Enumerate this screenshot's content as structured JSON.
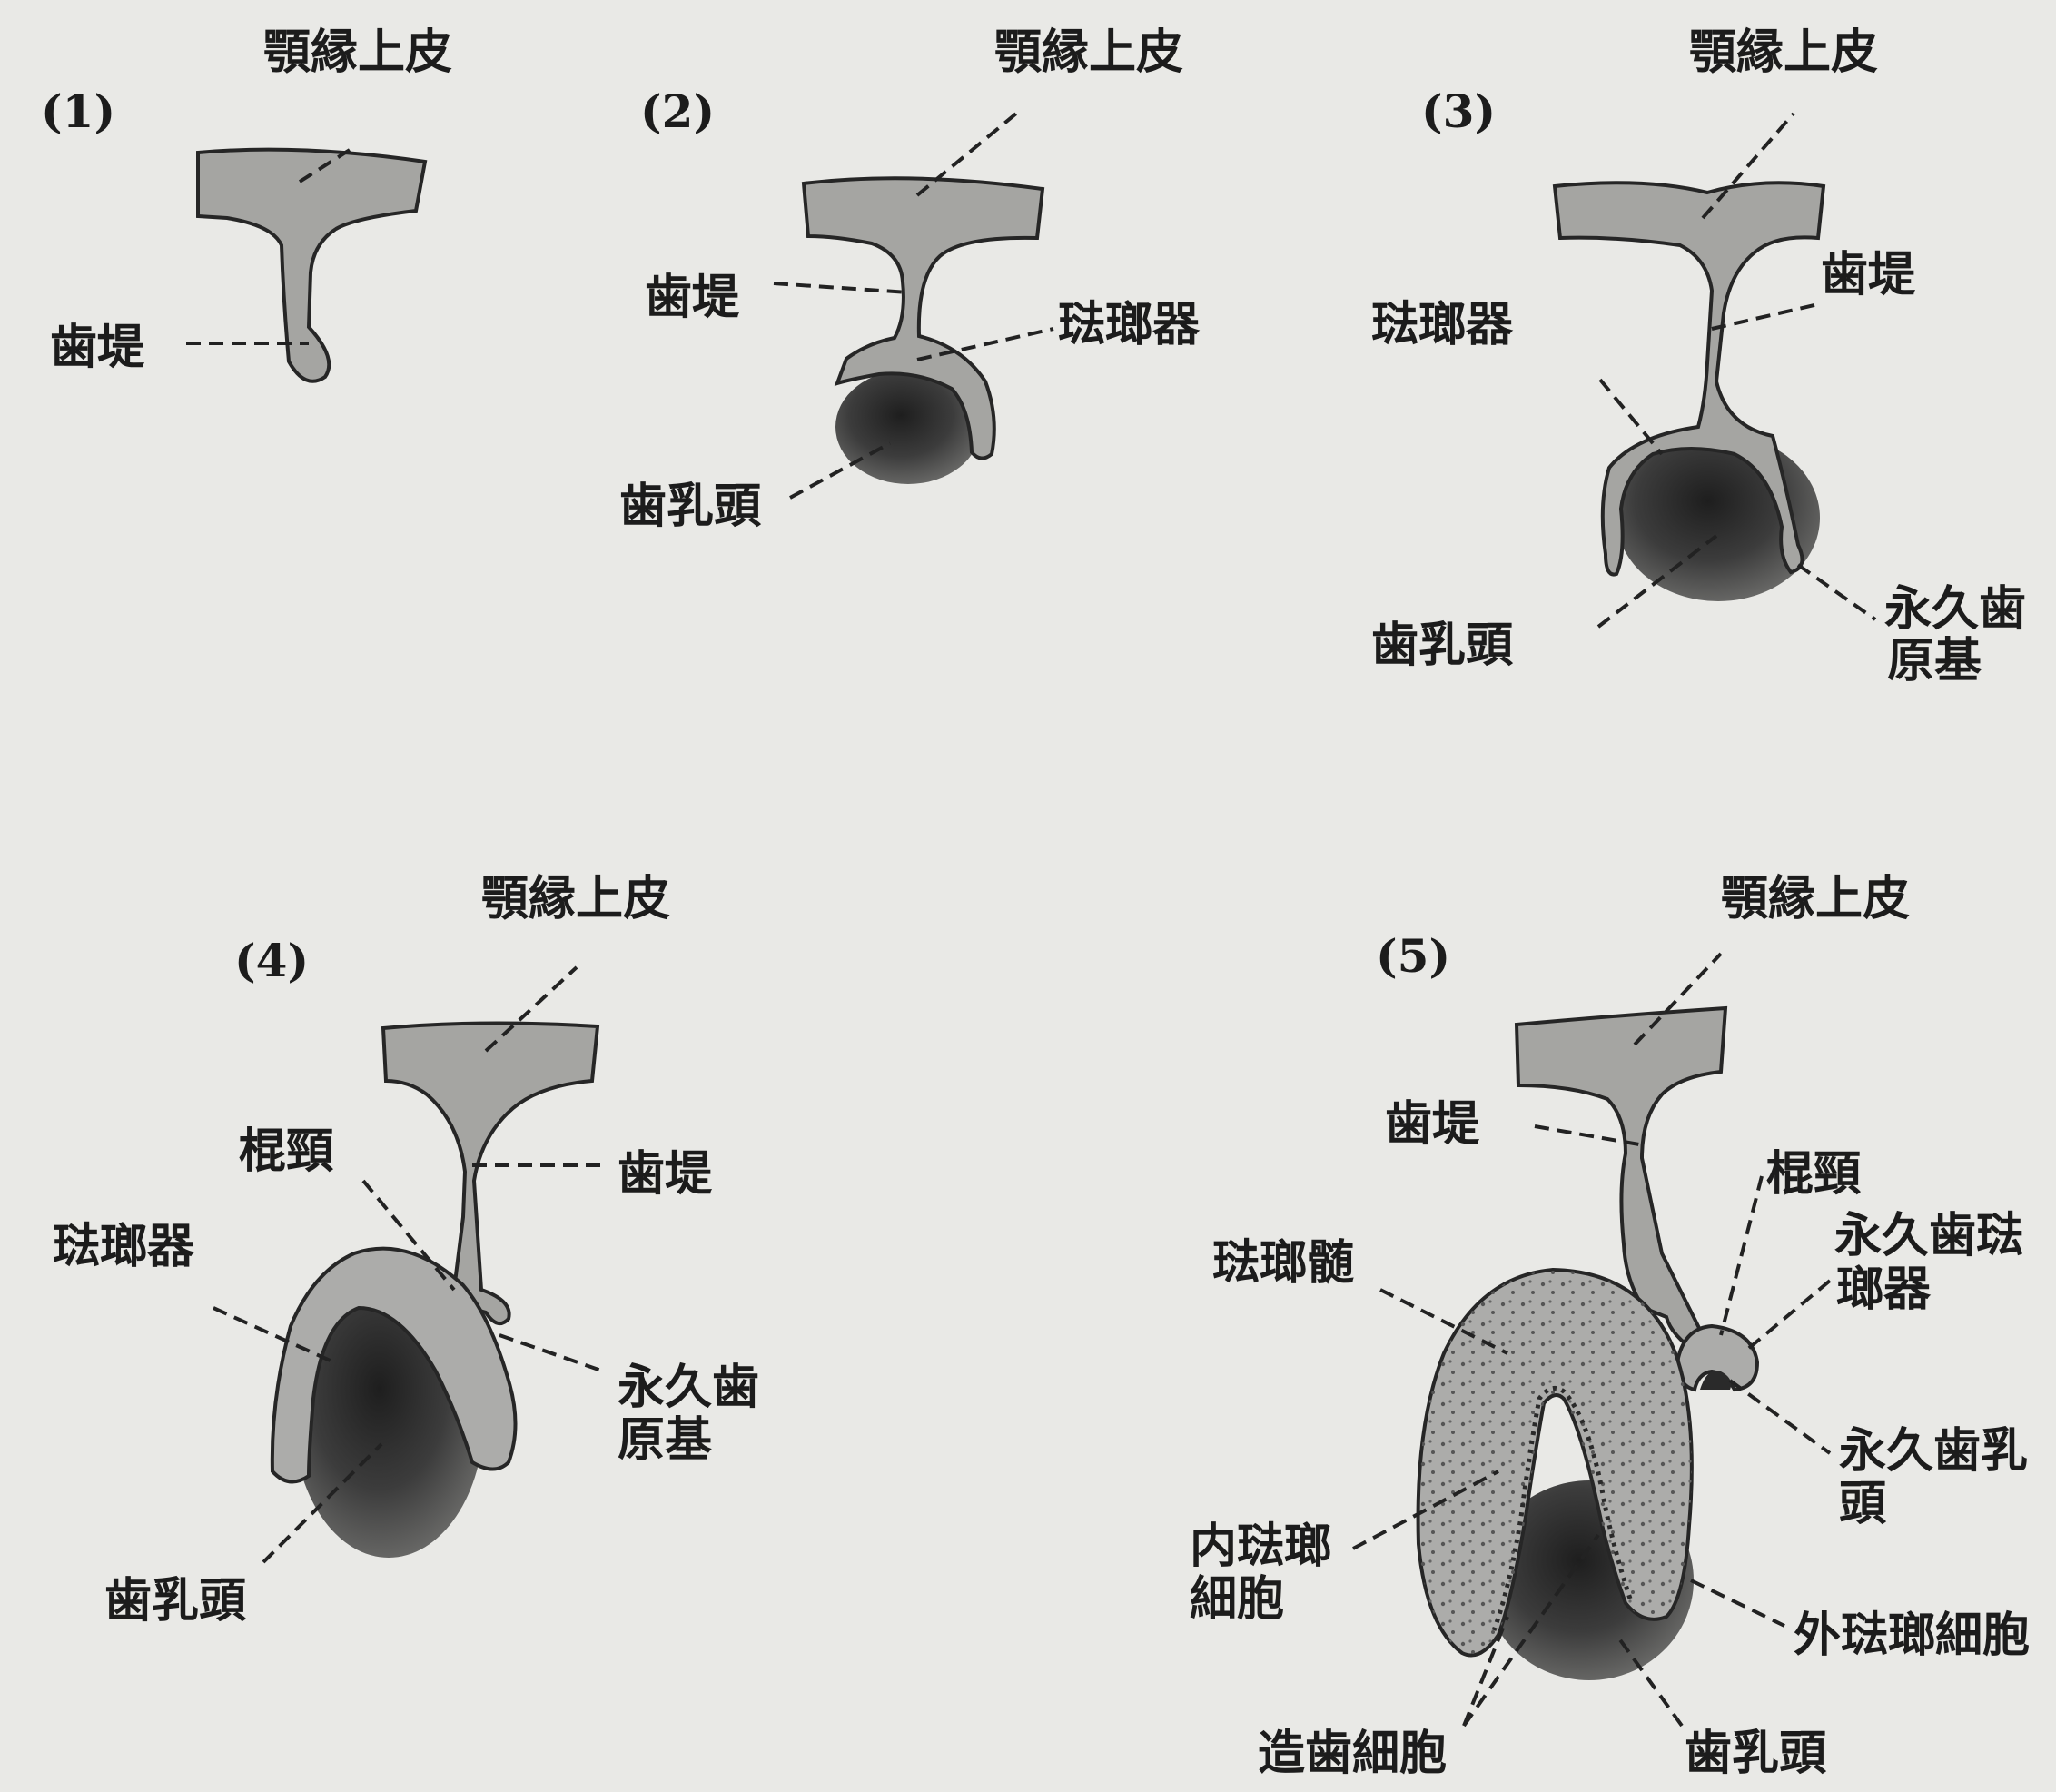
{
  "figure": {
    "panels": [
      {
        "number": "(1)",
        "labels": {
          "jaw_epithelium": "顎縁上皮",
          "dental_lamina": "歯堤"
        }
      },
      {
        "number": "(2)",
        "labels": {
          "jaw_epithelium": "顎縁上皮",
          "dental_lamina": "歯堤",
          "enamel_organ": "琺瑯器",
          "dental_papilla": "歯乳頭"
        }
      },
      {
        "number": "(3)",
        "labels": {
          "jaw_epithelium": "顎縁上皮",
          "dental_lamina": "歯堤",
          "enamel_organ": "琺瑯器",
          "dental_papilla": "歯乳頭",
          "permanent_tooth_germ_l1": "永久歯",
          "permanent_tooth_germ_l2": "原基"
        }
      },
      {
        "number": "(4)",
        "labels": {
          "jaw_epithelium": "顎縁上皮",
          "neck": "棍頸",
          "dental_lamina": "歯堤",
          "enamel_organ": "琺瑯器",
          "permanent_tooth_germ_l1": "永久歯",
          "permanent_tooth_germ_l2": "原基",
          "dental_papilla": "歯乳頭"
        }
      },
      {
        "number": "(5)",
        "labels": {
          "jaw_epithelium": "顎縁上皮",
          "dental_lamina": "歯堤",
          "neck": "棍頸",
          "enamel_pulp": "琺瑯髄",
          "permanent_enamel_organ_l1": "永久歯琺",
          "permanent_enamel_organ_l2": "瑯器",
          "permanent_papilla_l1": "永久歯乳",
          "permanent_papilla_l2": "頭",
          "inner_enamel_cells_l1": "内琺瑯",
          "inner_enamel_cells_l2": "細胞",
          "outer_enamel_cells": "外琺瑯細胞",
          "odontoblasts": "造歯細胞",
          "dental_papilla": "歯乳頭"
        }
      }
    ]
  }
}
